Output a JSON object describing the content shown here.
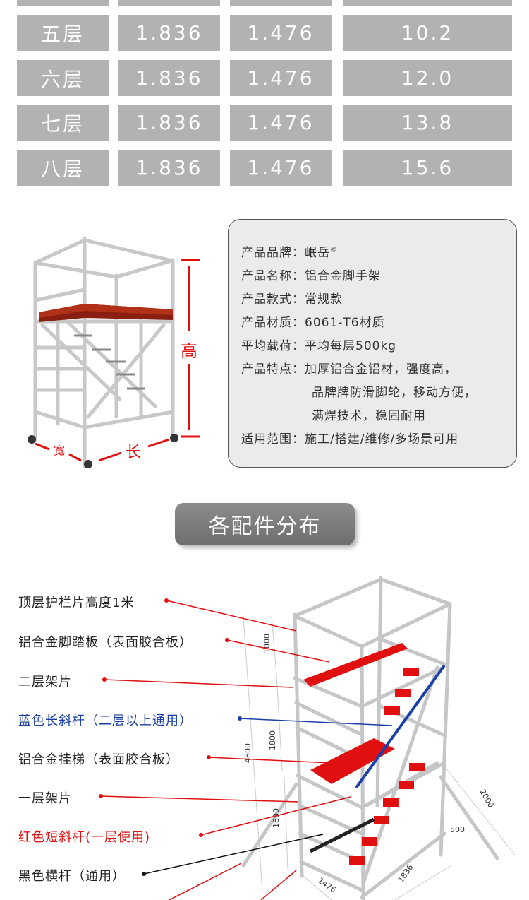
{
  "table": {
    "rows": [
      {
        "floor": "五层",
        "length": "1.836",
        "width": "1.476",
        "height": "10.2"
      },
      {
        "floor": "六层",
        "length": "1.836",
        "width": "1.476",
        "height": "12.0"
      },
      {
        "floor": "七层",
        "length": "1.836",
        "width": "1.476",
        "height": "13.8"
      },
      {
        "floor": "八层",
        "length": "1.836",
        "width": "1.476",
        "height": "15.6"
      }
    ]
  },
  "product_image": {
    "height_label": "高",
    "width_label": "宽",
    "length_label": "长"
  },
  "info": {
    "brand": {
      "label": "产品品牌：",
      "value": "岷岳",
      "mark": "®"
    },
    "name": {
      "label": "产品名称：",
      "value": "铝合金脚手架"
    },
    "style": {
      "label": "产品款式：",
      "value": "常规款"
    },
    "material": {
      "label": "产品材质：",
      "value": "6061-T6材质"
    },
    "load": {
      "label": "平均载荷：",
      "value": "平均每层500kg"
    },
    "features": {
      "label": "产品特点：",
      "lines": [
        "加厚铝合金铝材，强度高，",
        "品牌牌防滑脚轮，移动方便，",
        "满焊技术，稳固耐用"
      ]
    },
    "scope": {
      "label": "适用范围：",
      "value": "施工/搭建/维修/多场景可用"
    }
  },
  "section_title": "各配件分布",
  "parts": [
    {
      "label": "顶层护栏片高度1米",
      "color": "#222222",
      "line": "#e01010"
    },
    {
      "label": "铝合金脚踏板（表面胶合板）",
      "color": "#222222",
      "line": "#e01010"
    },
    {
      "label": "二层架片",
      "color": "#222222",
      "line": "#e01010"
    },
    {
      "label": "蓝色长斜杆（二层以上通用）",
      "color": "#1a3fa8",
      "line": "#1a3fa8"
    },
    {
      "label": "铝合金挂梯（表面胶合板）",
      "color": "#222222",
      "line": "#e01010"
    },
    {
      "label": "一层架片",
      "color": "#222222",
      "line": "#e01010"
    },
    {
      "label": "红色短斜杆(一层使用)",
      "color": "#e01010",
      "line": "#e01010"
    },
    {
      "label": "黑色横杆（通用）",
      "color": "#222222",
      "line": "#111111"
    }
  ],
  "dimensions": {
    "top": "1000",
    "mid": "1800",
    "total": "4800",
    "base": "1800",
    "outrigger_spacing": "500",
    "outrigger_len": "2000",
    "width": "1476",
    "length": "1836"
  },
  "colors": {
    "cell": "#b2b2b2",
    "red": "#e01010",
    "blue": "#1a3fa8"
  }
}
